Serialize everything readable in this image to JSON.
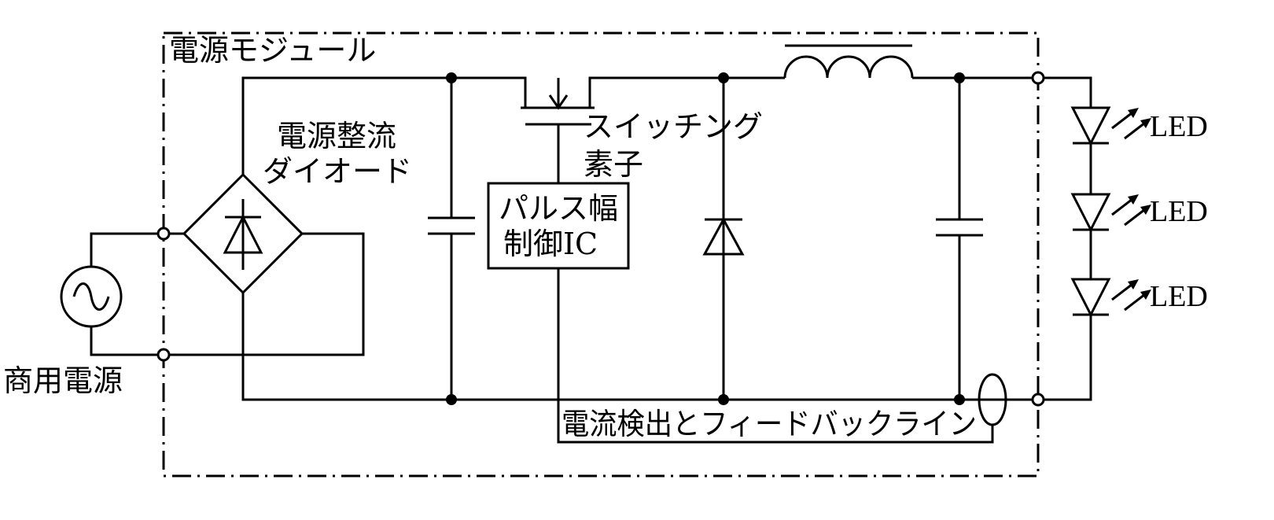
{
  "module_label": "電源モジュール",
  "source_label": "商用電源",
  "rectifier_label_1": "電源整流",
  "rectifier_label_2": "ダイオード",
  "switch_label_1": "スイッチング",
  "switch_label_2": "素子",
  "pwm_label_1": "パルス幅",
  "pwm_label_2": "制御IC",
  "feedback_label": "電流検出とフィードバックライン",
  "led_labels": [
    "LED",
    "LED",
    "LED"
  ]
}
